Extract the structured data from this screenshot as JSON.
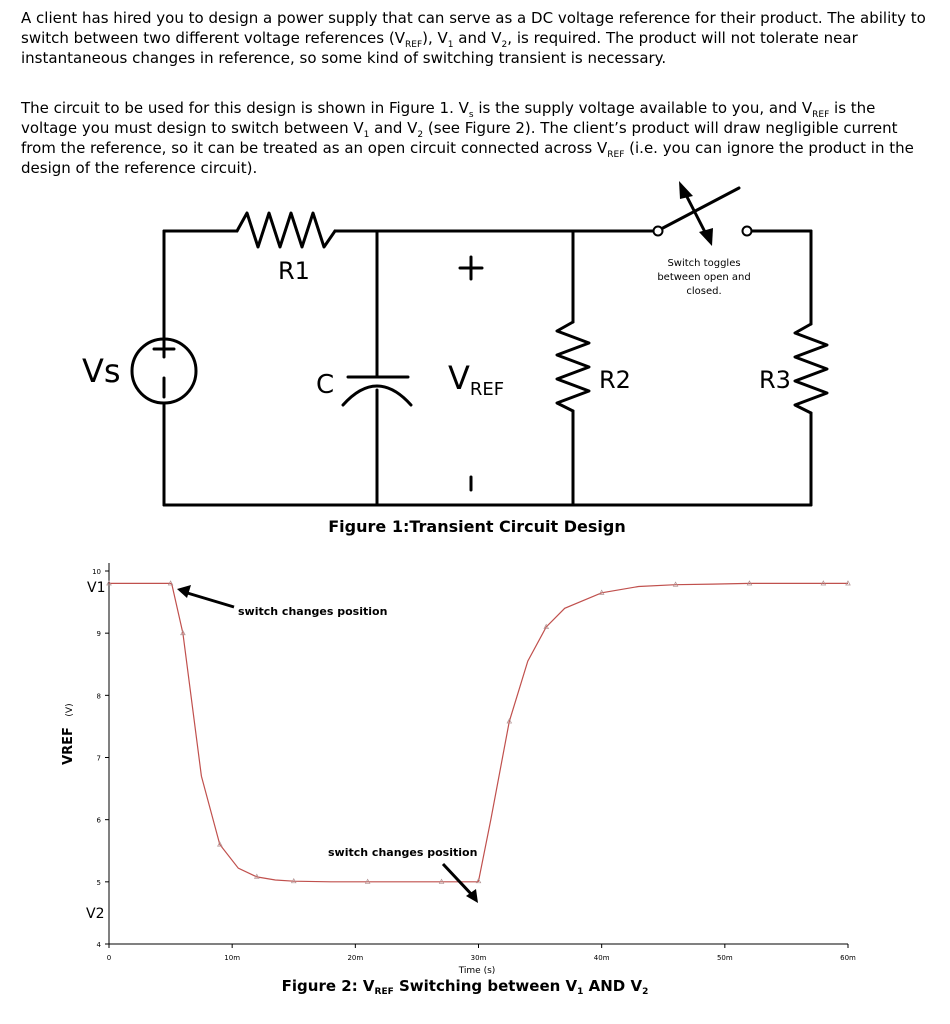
{
  "intro": {
    "p1": "A client has hired you to design a power supply that can serve as a DC voltage reference for their product.  The ability to switch between two different voltage references (V_REF), V_1 and V_2, is required.  The product will not tolerate near instantaneous changes in reference, so some kind of switching transient is necessary.",
    "p2_a": "The circuit to be used for this design is shown in Figure 1.  V",
    "p2_b": " is the supply voltage available to you, and V",
    "p2_c": " is the voltage you must design to switch between V",
    "p2_d": " and V",
    "p2_e": " (see Figure 2).  The client’s product will draw negligible current from the reference, so it can be treated as an open circuit connected across V",
    "p2_f": " (i.e. you can ignore the product in the design of the reference circuit).",
    "sub_s": "s",
    "sub_ref": "REF",
    "sub_1": "1",
    "sub_2": "2"
  },
  "p1_parts": {
    "a": "A client has hired you to design a power supply that can serve as a DC voltage reference for their product.  The ability to switch between two different voltage references (V",
    "b": "), V",
    "c": " and V",
    "d": ", is required.  The product will not tolerate near instantaneous changes in reference, so some kind of switching transient is necessary.",
    "sub_ref": "REF",
    "sub_1": "1",
    "sub_2": "2"
  },
  "figure1": {
    "caption": "Figure 1:Transient Circuit Design",
    "vs_label": "Vs",
    "r1_label": "R1",
    "c_label": "C",
    "plus_label": "+",
    "vref_v": "V",
    "vref_sub": "REF",
    "minus_label": "-",
    "r2_label": "R2",
    "r3_label": "R3",
    "switch_note_1": "Switch toggles",
    "switch_note_2": "between open and",
    "switch_note_3": "closed."
  },
  "figure2": {
    "caption_a": "Figure 2: V",
    "caption_sub": "REF",
    "caption_b": " Switching between V",
    "caption_sub1": "1",
    "caption_c": " AND V",
    "caption_sub2": "2",
    "annotation_1": "switch changes position",
    "annotation_2": "switch changes position",
    "v1_label": "V1",
    "v2_label": "V2",
    "ylabel_main": "VREF",
    "ylabel_unit": "(V)",
    "xlabel": "Time (s)"
  },
  "chart_data": {
    "type": "line",
    "x_ticks": [
      "0",
      "10m",
      "20m",
      "30m",
      "40m",
      "50m",
      "60m"
    ],
    "y_ticks": [
      "4",
      "5",
      "6",
      "7",
      "8",
      "9",
      "10"
    ],
    "xlim": [
      0,
      0.06
    ],
    "ylim": [
      4,
      10
    ],
    "series": [
      {
        "color": "#c0504d",
        "x": [
          0,
          0.003,
          0.005,
          0.0051,
          0.006,
          0.0075,
          0.009,
          0.0105,
          0.012,
          0.0135,
          0.015,
          0.018,
          0.021,
          0.024,
          0.027,
          0.0299,
          0.03,
          0.031,
          0.0325,
          0.034,
          0.0355,
          0.037,
          0.04,
          0.043,
          0.046,
          0.049,
          0.052,
          0.055,
          0.058,
          0.06
        ],
        "y": [
          9.8,
          9.8,
          9.8,
          9.79,
          9.0,
          6.7,
          5.6,
          5.22,
          5.08,
          5.03,
          5.01,
          5.0,
          5.0,
          5.0,
          5.0,
          5.0,
          5.01,
          6.0,
          7.58,
          8.55,
          9.1,
          9.4,
          9.65,
          9.75,
          9.78,
          9.79,
          9.8,
          9.8,
          9.8,
          9.8
        ]
      }
    ],
    "annotations": [
      "switch changes position",
      "switch changes position"
    ],
    "grid": false
  }
}
